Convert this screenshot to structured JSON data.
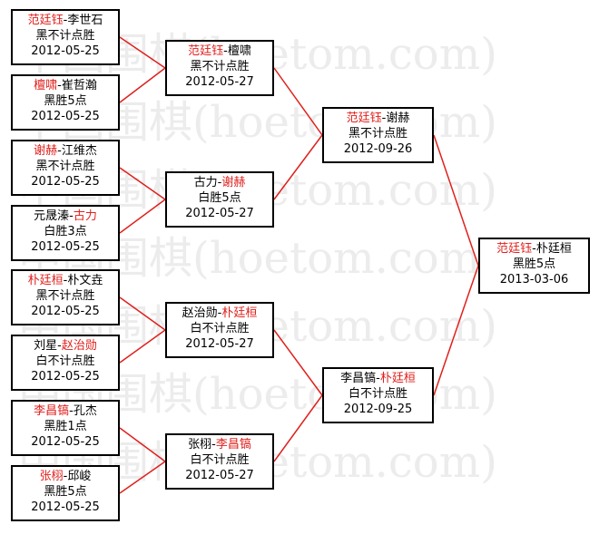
{
  "watermark": "中国围棋(hoetom.com)",
  "colors": {
    "winner": "#e0201c",
    "line": "#e0201c",
    "border": "#000000"
  },
  "rounds": [
    {
      "matches": [
        {
          "winner_first": true,
          "winner": "范廷钰",
          "loser": "李世石",
          "result": "黑不计点胜",
          "date": "2012-05-25"
        },
        {
          "winner_first": true,
          "winner": "檀啸",
          "loser": "崔哲瀚",
          "result": "黑胜5点",
          "date": "2012-05-25"
        },
        {
          "winner_first": true,
          "winner": "谢赫",
          "loser": "江维杰",
          "result": "黑不计点胜",
          "date": "2012-05-25"
        },
        {
          "winner_first": false,
          "winner": "古力",
          "loser": "元晟溱",
          "result": "白胜3点",
          "date": "2012-05-25"
        },
        {
          "winner_first": true,
          "winner": "朴廷桓",
          "loser": "朴文垚",
          "result": "黑不计点胜",
          "date": "2012-05-25"
        },
        {
          "winner_first": false,
          "winner": "赵治勋",
          "loser": "刘星",
          "result": "白不计点胜",
          "date": "2012-05-25"
        },
        {
          "winner_first": true,
          "winner": "李昌镐",
          "loser": "孔杰",
          "result": "黑胜1点",
          "date": "2012-05-25"
        },
        {
          "winner_first": true,
          "winner": "张栩",
          "loser": "邱峻",
          "result": "黑胜5点",
          "date": "2012-05-25"
        }
      ]
    },
    {
      "matches": [
        {
          "winner_first": true,
          "winner": "范廷钰",
          "loser": "檀啸",
          "result": "黑不计点胜",
          "date": "2012-05-27"
        },
        {
          "winner_first": false,
          "winner": "谢赫",
          "loser": "古力",
          "result": "白胜5点",
          "date": "2012-05-27"
        },
        {
          "winner_first": false,
          "winner": "朴廷桓",
          "loser": "赵治勋",
          "result": "白不计点胜",
          "date": "2012-05-27"
        },
        {
          "winner_first": false,
          "winner": "李昌镐",
          "loser": "张栩",
          "result": "白不计点胜",
          "date": "2012-05-27"
        }
      ]
    },
    {
      "matches": [
        {
          "winner_first": true,
          "winner": "范廷钰",
          "loser": "谢赫",
          "result": "黑不计点胜",
          "date": "2012-09-26"
        },
        {
          "winner_first": false,
          "winner": "朴廷桓",
          "loser": "李昌镐",
          "result": "白不计点胜",
          "date": "2012-09-25"
        }
      ]
    },
    {
      "matches": [
        {
          "winner_first": true,
          "winner": "范廷钰",
          "loser": "朴廷桓",
          "result": "黑胜5点",
          "date": "2013-03-06"
        }
      ]
    }
  ]
}
